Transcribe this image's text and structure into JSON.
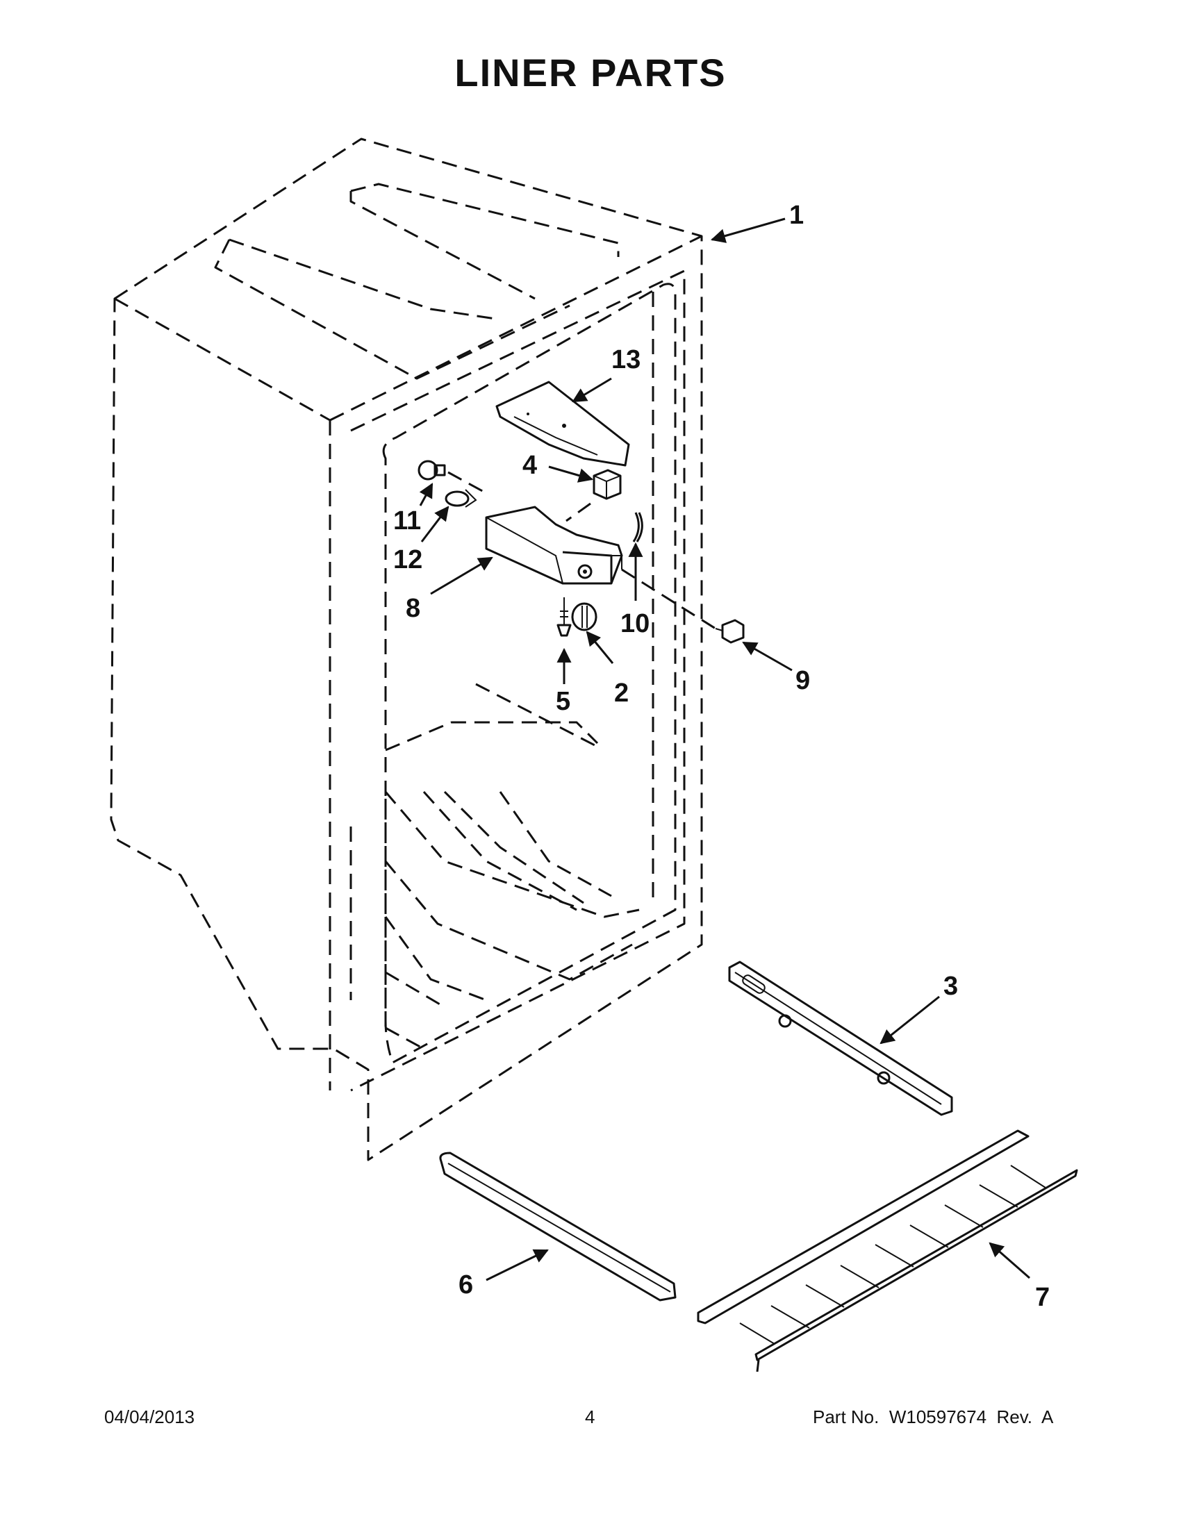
{
  "title": "LINER PARTS",
  "callouts": [
    "1",
    "2",
    "3",
    "4",
    "5",
    "6",
    "7",
    "8",
    "9",
    "10",
    "11",
    "12",
    "13"
  ],
  "footer": {
    "date": "04/04/2013",
    "page": "4",
    "part_no": "Part No.  W10597674  Rev.  A"
  }
}
